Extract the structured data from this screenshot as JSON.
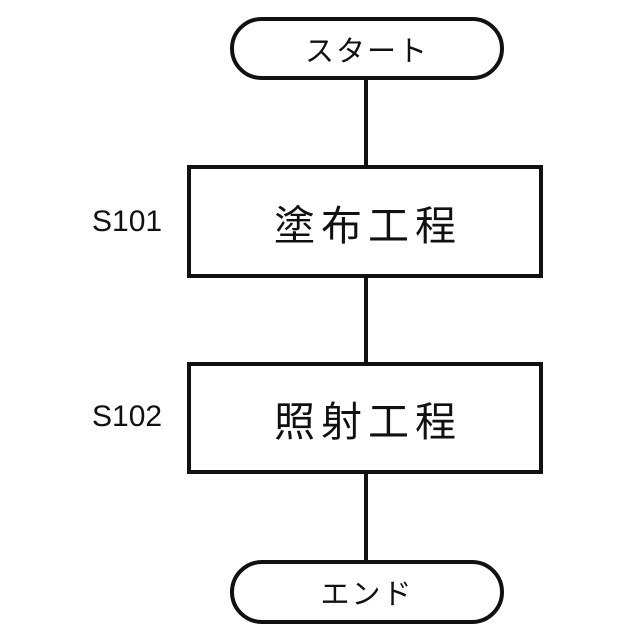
{
  "diagram": {
    "type": "flowchart",
    "orientation": "vertical",
    "stroke_color": "#111111",
    "background_color": "#ffffff",
    "start": {
      "label": "スタート",
      "shape": "rounded-terminator"
    },
    "steps": [
      {
        "id": "S101",
        "label": "塗布工程",
        "shape": "rectangle"
      },
      {
        "id": "S102",
        "label": "照射工程",
        "shape": "rectangle"
      }
    ],
    "end": {
      "label": "エンド",
      "shape": "rounded-terminator"
    },
    "connections": [
      "start -> S101",
      "S101 -> S102",
      "S102 -> end"
    ]
  }
}
